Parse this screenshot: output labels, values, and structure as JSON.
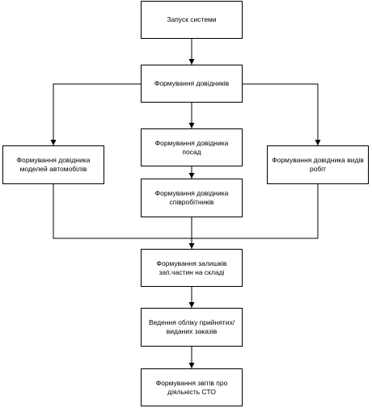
{
  "diagram": {
    "nodes": {
      "start": "Запуск системи",
      "refs": "Формування довідників",
      "models": "Формування довідника\nмоделей автомобілів",
      "positions": "Формування довідника\nпосад",
      "workers": "Формування довідника\nспівробітників",
      "works": "Формування довідника  видів\nробіт",
      "stock": "Формування залишків\nзап.частин на складі",
      "orders": "Ведення обліку прийнятих/\nвиданих заказів",
      "reports": "Формування звітів про\nдіяльність СТО"
    },
    "edges": [
      [
        "start",
        "refs"
      ],
      [
        "refs",
        "models"
      ],
      [
        "refs",
        "positions"
      ],
      [
        "refs",
        "works"
      ],
      [
        "positions",
        "workers"
      ],
      [
        "models",
        "stock"
      ],
      [
        "workers",
        "stock"
      ],
      [
        "works",
        "stock"
      ],
      [
        "stock",
        "orders"
      ],
      [
        "orders",
        "reports"
      ]
    ]
  }
}
